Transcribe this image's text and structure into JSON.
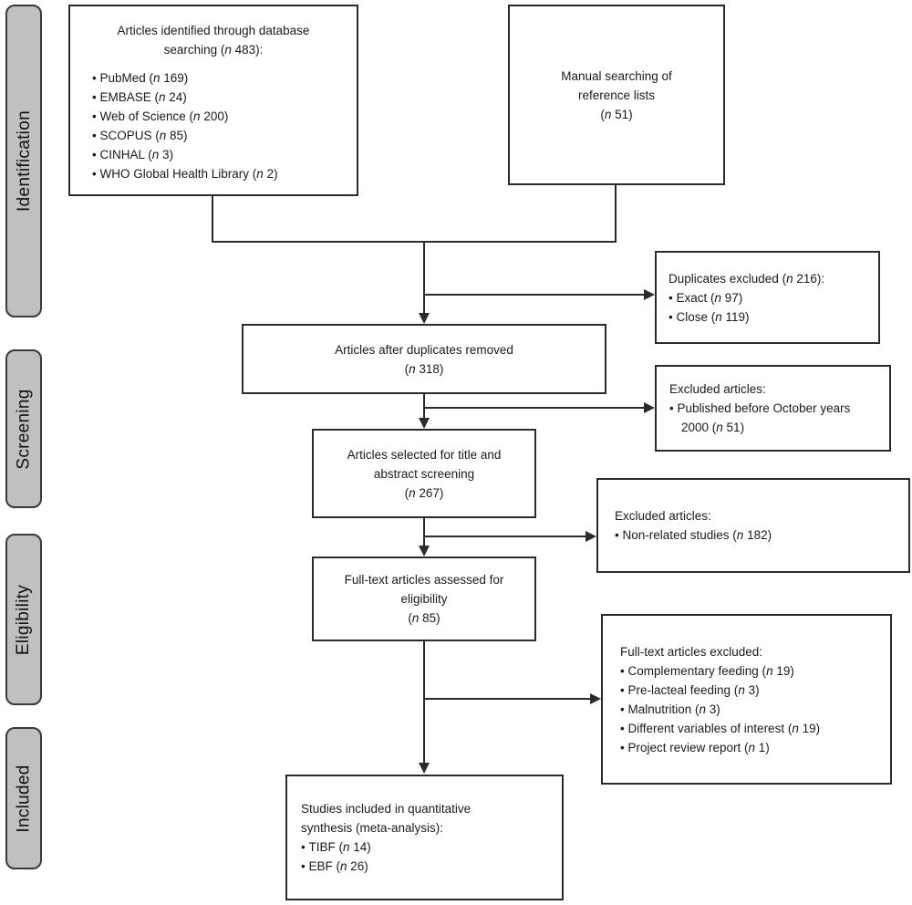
{
  "sidebar": {
    "stages": [
      {
        "label": "Identification"
      },
      {
        "label": "Screening"
      },
      {
        "label": "Eligibility"
      },
      {
        "label": "Included"
      }
    ]
  },
  "boxes": {
    "database_search": {
      "title_lines": [
        "Articles identified through database",
        "searching (n 483):"
      ],
      "items": [
        "PubMed (n 169)",
        "EMBASE (n 24)",
        "Web of Science (n 200)",
        "SCOPUS (n 85)",
        "CINHAL (n 3)",
        "WHO Global Health Library (n 2)"
      ]
    },
    "manual_search": {
      "lines": [
        "Manual searching of",
        "reference lists",
        "(n 51)"
      ]
    },
    "duplicates_excluded": {
      "title": "Duplicates excluded (n 216):",
      "items": [
        "Exact (n 97)",
        "Close (n 119)"
      ]
    },
    "after_duplicates": {
      "lines": [
        "Articles after duplicates removed",
        "(n 318)"
      ]
    },
    "excluded_before_2000": {
      "title": "Excluded articles:",
      "items": [
        "Published before October years 2000 (n 51)"
      ]
    },
    "title_abstract_screening": {
      "lines": [
        "Articles selected for title and",
        "abstract screening",
        "(n 267)"
      ]
    },
    "excluded_non_related": {
      "title": "Excluded articles:",
      "items": [
        "Non-related studies (n 182)"
      ]
    },
    "fulltext_assessed": {
      "lines": [
        "Full-text articles assessed for",
        "eligibility",
        "(n 85)"
      ]
    },
    "fulltext_excluded": {
      "title": "Full-text articles excluded:",
      "items": [
        "Complementary feeding (n 19)",
        "Pre-lacteal feeding (n 3)",
        "Malnutrition (n 3)",
        "Different variables of interest (n 19)",
        "Project review report (n 1)"
      ]
    },
    "included_synthesis": {
      "title_lines": [
        "Studies included in quantitative",
        "synthesis (meta-analysis):"
      ],
      "items": [
        "TIBF (n 14)",
        "EBF (n 26)"
      ]
    }
  },
  "colors": {
    "box_border": "#2b2b2b",
    "stage_fill": "#c0c0c0",
    "stage_border": "#3a3a3a",
    "text": "#1a1a1a"
  }
}
